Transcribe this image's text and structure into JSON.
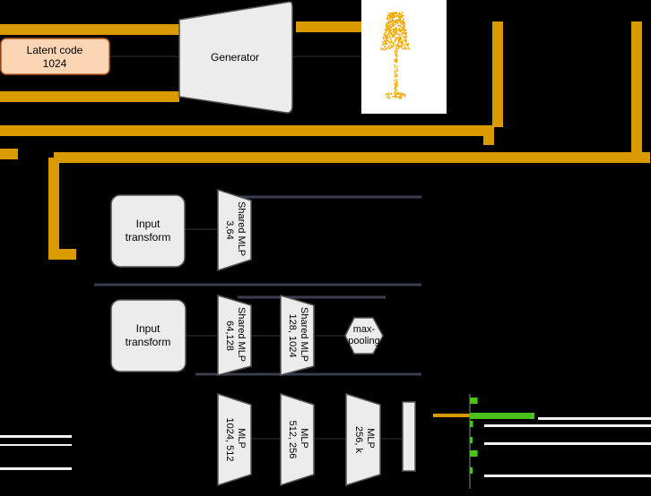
{
  "colors": {
    "background": "#000000",
    "orange_line": "#d99b00",
    "latent_fill": "#fcd5b4",
    "latent_stroke": "#b85c1e",
    "box_fill": "#ececec",
    "box_stroke": "#555555",
    "point_cloud": "#f5a800",
    "bar_green": "#4bc21a"
  },
  "latent": {
    "title": "Latent code",
    "size": "1024"
  },
  "generator": {
    "label": "Generator"
  },
  "upper_branch": {
    "input_transform": [
      "Input",
      "transform"
    ],
    "mlp": [
      "Shared MLP",
      "3,64"
    ]
  },
  "lower_branch": {
    "input_transform": [
      "Input",
      "transform"
    ],
    "mlp1": [
      "Shared MLP",
      "64,128"
    ],
    "mlp2": [
      "Shared MLP",
      "128, 1024"
    ],
    "pool": [
      "max-",
      "pooling"
    ]
  },
  "classifier": {
    "mlp1": [
      "MLP",
      "1024, 512"
    ],
    "mlp2": [
      "MLP",
      "512, 256"
    ],
    "mlp3": [
      "MLP",
      "256, k"
    ]
  },
  "output_bars": [
    0.12,
    1.0,
    0.05,
    0.04,
    0.12,
    0.04
  ]
}
